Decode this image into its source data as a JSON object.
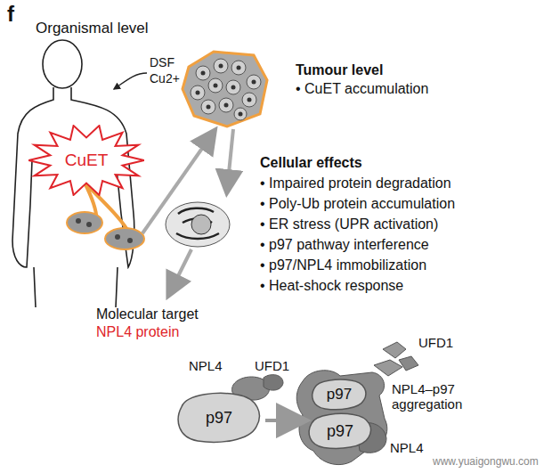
{
  "diagram": {
    "nodes": [
      {
        "text": [
          "CuET"
        ]
      },
      {
        "text": [
          "p97"
        ]
      },
      {
        "text": [
          "p97"
        ]
      },
      {
        "text": [
          "p97"
        ]
      }
    ],
    "edges": [
      {
        "from": 1,
        "to": 3,
        "arrow": "to"
      }
    ],
    "labels": [
      "f",
      "Organismal level",
      "DSF",
      "Cu2+",
      "Tumour level",
      "• CuET accumulation",
      "Cellular effects",
      "• Impaired protein degradation",
      "• Poly-Ub protein accumulation",
      "• ER stress (UPR activation)",
      "• p97 pathway interference",
      "• p97/NPL4 immobilization",
      "• Heat-shock response",
      "Molecular target",
      "NPL4 protein",
      "UFD1",
      "NPL4",
      "UFD1",
      "NPL4–p97 aggregation",
      "NPL4",
      "www.yuaigongwu.com"
    ]
  }
}
